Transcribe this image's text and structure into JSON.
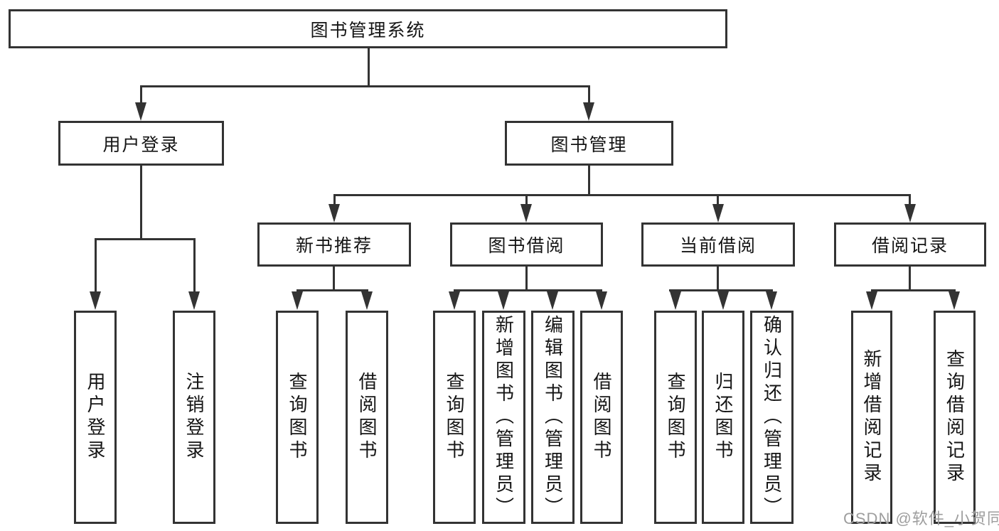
{
  "diagram": {
    "title_node": "图书管理系统",
    "branches": {
      "user_login": {
        "label": "用户登录",
        "children": [
          "用户登录",
          "注销登录"
        ]
      },
      "book_management": {
        "label": "图书管理",
        "sections": {
          "new_book": {
            "label": "新书推荐",
            "children": [
              "查询图书",
              "借阅图书"
            ]
          },
          "book_borrow": {
            "label": "图书借阅",
            "children": [
              "查询图书",
              "新增图书（管理员）",
              "编辑图书（管理员）",
              "借阅图书"
            ]
          },
          "current_borrow": {
            "label": "当前借阅",
            "children": [
              "查询图书",
              "归还图书",
              "确认归还（管理员）"
            ]
          },
          "borrow_records": {
            "label": "借阅记录",
            "children": [
              "新增借阅记录",
              "查询借阅记录"
            ]
          }
        }
      }
    },
    "watermark": "CSDN @软件_小贺同学",
    "colors": {
      "line": "#333333",
      "text": "#151515",
      "background": "#ffffff",
      "watermark": "#9e9e9e"
    }
  }
}
